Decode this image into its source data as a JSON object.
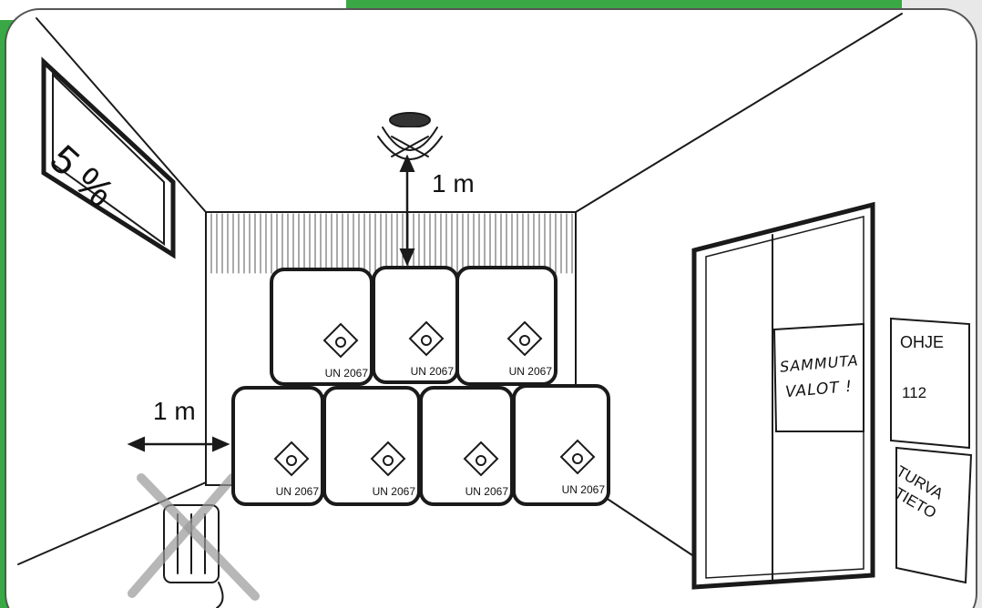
{
  "ceiling_distance": "1 m",
  "wall_distance": "1 m",
  "vent_label": "5 %",
  "bag_labels": [
    "UN 2067",
    "UN 2067",
    "UN 2067",
    "UN 2067",
    "UN 2067",
    "UN 2067",
    "UN 2067"
  ],
  "door_sign": {
    "line1": "SAMMUTA",
    "line2": "VALOT !"
  },
  "instruction_sign": {
    "title": "OHJE",
    "number": "112"
  },
  "safety_sheet": {
    "line1": "TURVA",
    "line2": "TIETO"
  },
  "colors": {
    "frame_green": "#3aa845",
    "background": "#ffffff",
    "ink": "#1a1a1a"
  },
  "icons": [
    "oxidizer-hazard-icon",
    "smoke-detector-icon",
    "crossed-out-heater-icon"
  ]
}
